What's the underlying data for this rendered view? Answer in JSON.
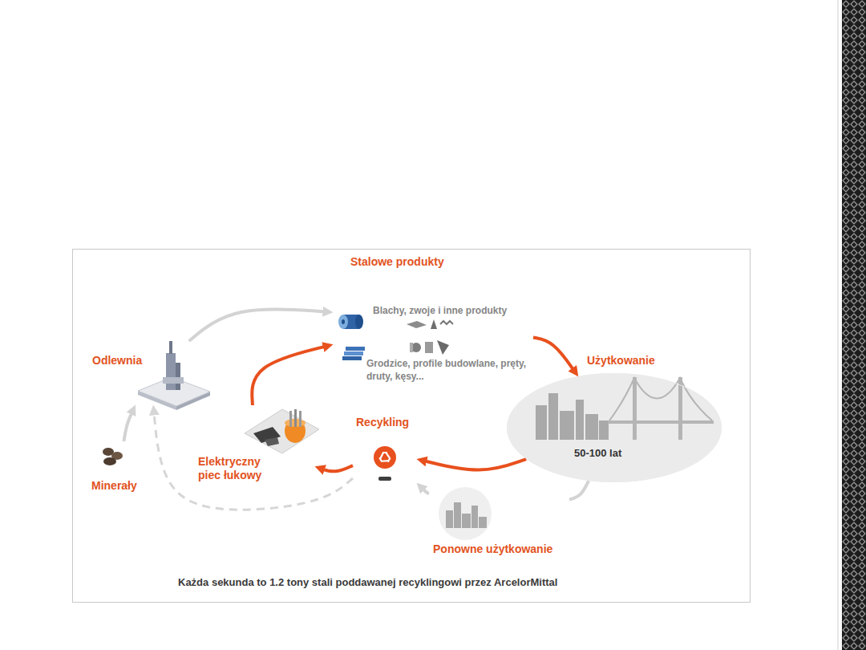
{
  "diagram": {
    "caption": "Każda sekunda to 1.2 tony stali poddawanej recyklingowi przez ArcelorMittal",
    "nodes": [
      {
        "text": [
          "Stalowe produkty",
          "Blachy, zwoje i inne produkty",
          "Grodzice, profile budowlane, pręty, druty, kęsy..."
        ]
      },
      {
        "text": [
          "Odlewnia"
        ]
      },
      {
        "text": [
          "Użytkowanie",
          "50-100 lat"
        ]
      },
      {
        "text": [
          "Recykling"
        ]
      },
      {
        "text": [
          "Elektryczny piec łukowy"
        ]
      },
      {
        "text": [
          "Minerały"
        ]
      },
      {
        "text": [
          "Ponowne użytkowanie"
        ]
      }
    ],
    "edges": [
      {
        "from": 5,
        "to": 1,
        "arrow": "to"
      },
      {
        "from": 1,
        "to": 0,
        "arrow": "to"
      },
      {
        "from": 0,
        "to": 2,
        "arrow": "to"
      },
      {
        "from": 2,
        "to": 3,
        "arrow": "to"
      },
      {
        "from": 3,
        "to": 4,
        "arrow": "to"
      },
      {
        "from": 4,
        "to": 0,
        "arrow": "to"
      },
      {
        "from": 2,
        "to": 6,
        "arrow": "none"
      },
      {
        "from": 6,
        "to": 3,
        "arrow": "to"
      },
      {
        "from": 3,
        "to": 1,
        "arrow": "to"
      }
    ]
  }
}
